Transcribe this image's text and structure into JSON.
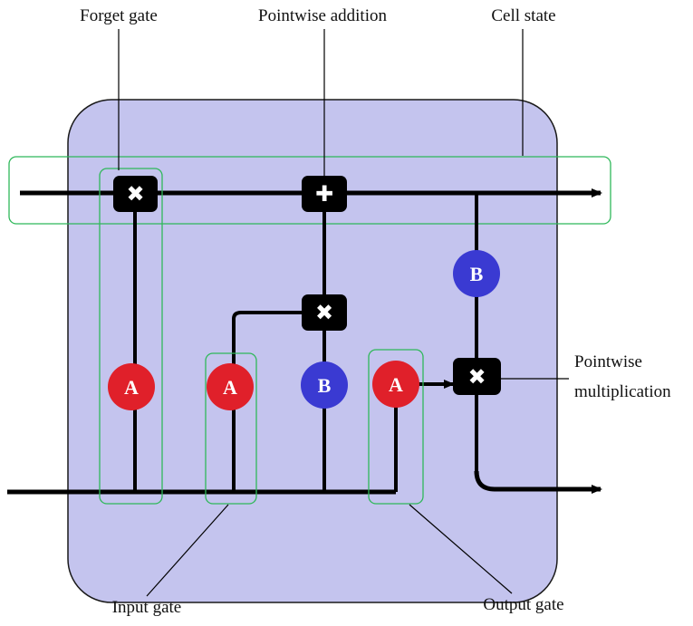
{
  "colors": {
    "cell_fill": "#c4c4ee",
    "cell_border": "#1a1a1a",
    "line": "#000000",
    "highlight": "#2fb85a",
    "node_a": "#e0202a",
    "node_b": "#3a3ad2",
    "op_box": "#000000",
    "op_text": "#ffffff"
  },
  "labels": {
    "forget_gate": "Forget gate",
    "pointwise_addition": "Pointwise addition",
    "cell_state": "Cell state",
    "pointwise_multiplication_1": "Pointwise",
    "pointwise_multiplication_2": "multiplication",
    "input_gate": "Input gate",
    "output_gate": "Output gate"
  },
  "nodes": {
    "forget_activation": "A",
    "input_activation": "A",
    "candidate_activation": "B",
    "output_activation": "A",
    "cell_output_activation": "B"
  },
  "operators": {
    "forget_multiply": "✖",
    "pointwise_add": "✚",
    "input_multiply": "✖",
    "output_multiply": "✖"
  }
}
